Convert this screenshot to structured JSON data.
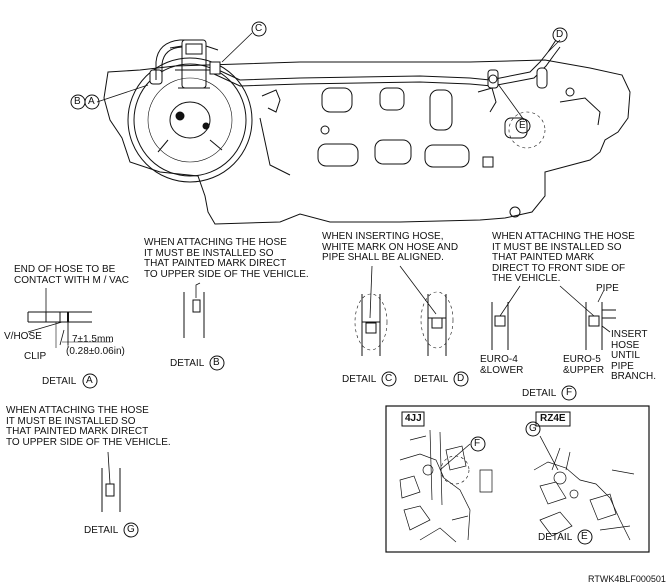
{
  "callouts": {
    "a": "A",
    "b": "B",
    "c": "C",
    "d": "D",
    "e": "E",
    "f": "F",
    "g": "G"
  },
  "notes": {
    "detail_a_note": "END OF HOSE TO BE\nCONTACT WITH M / VAC",
    "detail_b_note": "WHEN ATTACHING THE HOSE\nIT MUST BE INSTALLED SO\nTHAT PAINTED MARK DIRECT\nTO UPPER SIDE OF THE VEHICLE.",
    "detail_cd_note": "WHEN INSERTING HOSE,\nWHITE MARK ON HOSE AND\nPIPE SHALL BE ALIGNED.",
    "detail_f_note": "WHEN ATTACHING THE HOSE\nIT MUST BE INSTALLED SO\nTHAT PAINTED MARK\nDIRECT TO FRONT SIDE OF\nTHE VEHICLE.",
    "detail_g_note": "WHEN ATTACHING THE HOSE\nIT MUST BE INSTALLED SO\nTHAT PAINTED MARK DIRECT\nTO UPPER SIDE OF THE VEHICLE."
  },
  "labels": {
    "v_hose": "V/HOSE",
    "clip": "CLIP",
    "dimension_mm": "7±1.5mm",
    "dimension_in": "(0.28±0.06in)",
    "pipe": "PIPE",
    "insert_hose": "INSERT\nHOSE\nUNTIL\nPIPE\nBRANCH.",
    "euro4": "EURO-4\n&LOWER",
    "euro5": "EURO-5\n&UPPER",
    "engine_4jj": "4JJ",
    "engine_rz4e": "RZ4E",
    "detail_word": "DETAIL",
    "figure_code": "RTWK4BLF000501"
  }
}
